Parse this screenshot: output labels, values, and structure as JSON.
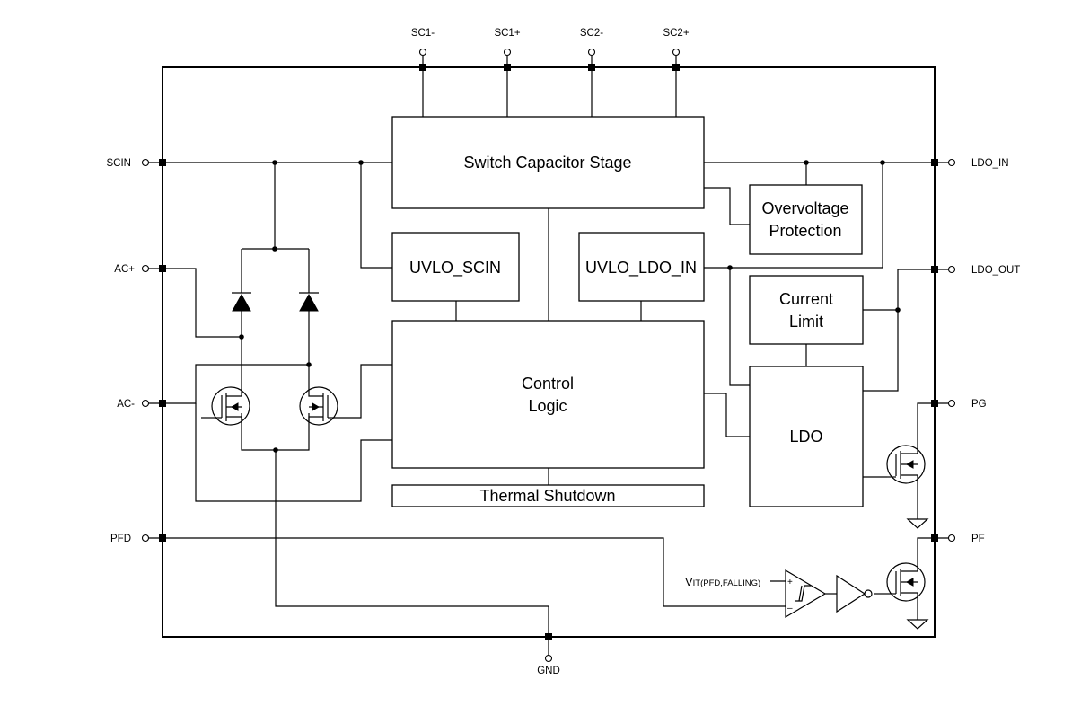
{
  "blocks": {
    "switch_cap": "Switch Capacitor Stage",
    "ovp_line1": "Overvoltage",
    "ovp_line2": "Protection",
    "uvlo_scin": "UVLO_SCIN",
    "uvlo_ldo_in": "UVLO_LDO_IN",
    "control_line1": "Control",
    "control_line2": "Logic",
    "current_limit_line1": "Current",
    "current_limit_line2": "Limit",
    "ldo": "LDO",
    "thermal": "Thermal Shutdown"
  },
  "pins": {
    "sc1_minus": "SC1-",
    "sc1_plus": "SC1+",
    "sc2_minus": "SC2-",
    "sc2_plus": "SC2+",
    "scin": "SCIN",
    "ac_plus": "AC+",
    "ac_minus": "AC-",
    "pfd": "PFD",
    "gnd": "GND",
    "ldo_in": "LDO_IN",
    "ldo_out": "LDO_OUT",
    "pg": "PG",
    "pf": "PF"
  },
  "comparator": {
    "vit_main": "V",
    "vit_sub": "IT(PFD,FALLING)",
    "plus_sign": "+",
    "minus_sign": "–"
  }
}
